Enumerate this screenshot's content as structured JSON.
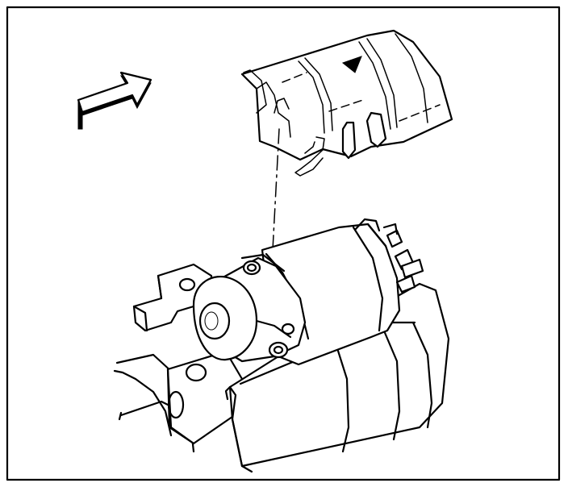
{
  "figure": {
    "colors": {
      "ink": "#000000",
      "paper": "#ffffff"
    },
    "icons": [
      "direction-arrow-icon"
    ],
    "parts": [
      "heat-shield",
      "starter-motor",
      "solenoid",
      "engine-block-mount",
      "bracket",
      "mounting-bolts"
    ],
    "text_labels": []
  }
}
